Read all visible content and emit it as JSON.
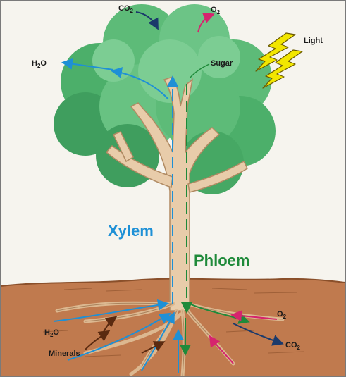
{
  "diagram": {
    "labels": {
      "co2_top": "CO",
      "co2_top_sub": "2",
      "o2_top": "O",
      "o2_top_sub": "2",
      "light": "Light",
      "h2o_leaf": "H",
      "h2o_leaf_sub": "2",
      "h2o_leaf_end": "O",
      "sugar": "Sugar",
      "xylem": "Xylem",
      "phloem": "Phloem",
      "h2o_root": "H",
      "h2o_root_sub": "2",
      "h2o_root_end": "O",
      "minerals": "Minerals",
      "o2_root": "O",
      "o2_root_sub": "2",
      "co2_root": "CO",
      "co2_root_sub": "2"
    },
    "colors": {
      "xylem": "#1e90d6",
      "phloem": "#1f8a3a",
      "co2": "#1b3a6b",
      "o2": "#d6246e",
      "light": "#f2e600",
      "soil": "#c07a4e",
      "trunk": "#e8ccaa",
      "foliage": "#4caf6a"
    }
  }
}
